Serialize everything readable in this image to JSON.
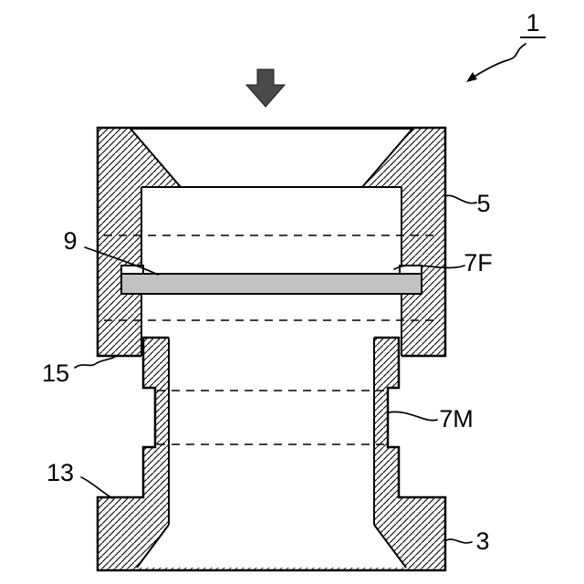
{
  "figure": {
    "labels": {
      "l1": "1",
      "l5": "5",
      "l9": "9",
      "l7f": "7F",
      "l7m": "7M",
      "l15": "15",
      "l13": "13",
      "l3": "3"
    },
    "colors": {
      "line": "#000000",
      "plate_fill": "#c2c2c2",
      "arrow_fill": "#4a4a4a",
      "background": "#ffffff"
    }
  }
}
